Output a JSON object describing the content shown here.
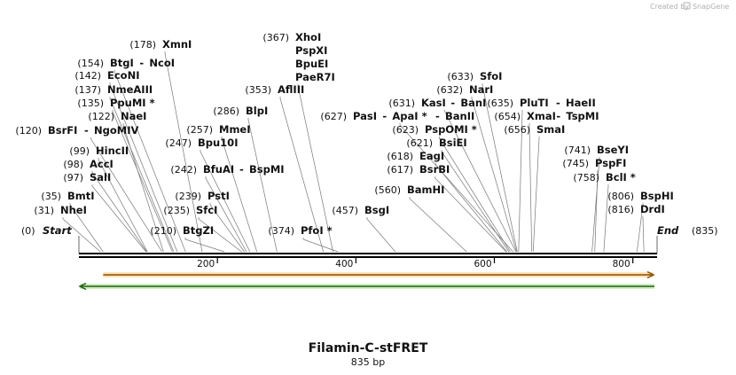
{
  "credit": {
    "created_by": "Created by",
    "brand": "SnapGene"
  },
  "map": {
    "title": "Filamin-C-stFRET",
    "length_label": "835 bp",
    "length": 835,
    "start_label": "Start",
    "end_label": "End",
    "start_pos": "(0)",
    "end_pos": "(835)",
    "ticks": [
      {
        "label": "200",
        "value": 200
      },
      {
        "label": "400",
        "value": 400
      },
      {
        "label": "600",
        "value": 600
      },
      {
        "label": "800",
        "value": 800
      }
    ],
    "features": [
      {
        "name": "forward-feature-arrow",
        "direction": "forward",
        "start": 35,
        "end": 835,
        "color": "#f0a030"
      },
      {
        "name": "reverse-feature-arrow",
        "direction": "reverse",
        "start": 0,
        "end": 835,
        "color": "#4fb82a"
      }
    ],
    "sites": [
      {
        "pos": 31,
        "pos_label": "(31)",
        "labels": [
          "NheI"
        ]
      },
      {
        "pos": 35,
        "pos_label": "(35)",
        "labels": [
          "BmtI"
        ]
      },
      {
        "pos": 97,
        "pos_label": "(97)",
        "labels": [
          "SalI"
        ]
      },
      {
        "pos": 98,
        "pos_label": "(98)",
        "labels": [
          "AccI"
        ]
      },
      {
        "pos": 99,
        "pos_label": "(99)",
        "labels": [
          "HincII"
        ]
      },
      {
        "pos": 120,
        "pos_label": "(120)",
        "labels": [
          "BsrFI",
          "NgoMIV"
        ]
      },
      {
        "pos": 122,
        "pos_label": "(122)",
        "labels": [
          "NaeI"
        ]
      },
      {
        "pos": 135,
        "pos_label": "(135)",
        "labels": [
          "PpuMI *"
        ]
      },
      {
        "pos": 137,
        "pos_label": "(137)",
        "labels": [
          "NmeAIII"
        ]
      },
      {
        "pos": 142,
        "pos_label": "(142)",
        "labels": [
          "EcoNI"
        ]
      },
      {
        "pos": 154,
        "pos_label": "(154)",
        "labels": [
          "BtgI",
          "NcoI"
        ]
      },
      {
        "pos": 178,
        "pos_label": "(178)",
        "labels": [
          "XmnI"
        ]
      },
      {
        "pos": 210,
        "pos_label": "(210)",
        "labels": [
          "BtgZI"
        ]
      },
      {
        "pos": 235,
        "pos_label": "(235)",
        "labels": [
          "SfcI"
        ]
      },
      {
        "pos": 239,
        "pos_label": "(239)",
        "labels": [
          "PstI"
        ]
      },
      {
        "pos": 242,
        "pos_label": "(242)",
        "labels": [
          "BfuAI",
          "BspMI"
        ]
      },
      {
        "pos": 247,
        "pos_label": "(247)",
        "labels": [
          "Bpu10I"
        ]
      },
      {
        "pos": 257,
        "pos_label": "(257)",
        "labels": [
          "MmeI"
        ]
      },
      {
        "pos": 286,
        "pos_label": "(286)",
        "labels": [
          "BlpI"
        ]
      },
      {
        "pos": 353,
        "pos_label": "(353)",
        "labels": [
          "AflIII"
        ]
      },
      {
        "pos": 367,
        "pos_label": "(367)",
        "labels": [
          "XhoI",
          "PspXI",
          "BpuEI",
          "PaeR7I"
        ]
      },
      {
        "pos": 374,
        "pos_label": "(374)",
        "labels": [
          "PfoI *"
        ]
      },
      {
        "pos": 457,
        "pos_label": "(457)",
        "labels": [
          "BsgI"
        ]
      },
      {
        "pos": 560,
        "pos_label": "(560)",
        "labels": [
          "BamHI"
        ]
      },
      {
        "pos": 617,
        "pos_label": "(617)",
        "labels": [
          "BsrBI"
        ]
      },
      {
        "pos": 618,
        "pos_label": "(618)",
        "labels": [
          "EagI"
        ]
      },
      {
        "pos": 621,
        "pos_label": "(621)",
        "labels": [
          "BsiEI"
        ]
      },
      {
        "pos": 623,
        "pos_label": "(623)",
        "labels": [
          "PspOMI *"
        ]
      },
      {
        "pos": 627,
        "pos_label": "(627)",
        "labels": [
          "PasI",
          "ApaI *",
          "BanII"
        ]
      },
      {
        "pos": 631,
        "pos_label": "(631)",
        "labels": [
          "KasI",
          "BanI"
        ]
      },
      {
        "pos": 632,
        "pos_label": "(632)",
        "labels": [
          "NarI"
        ]
      },
      {
        "pos": 633,
        "pos_label": "(633)",
        "labels": [
          "SfoI"
        ]
      },
      {
        "pos": 635,
        "pos_label": "(635)",
        "labels": [
          "PluTI",
          "HaeII"
        ]
      },
      {
        "pos": 654,
        "pos_label": "(654)",
        "labels": [
          "XmaI",
          "TspMI"
        ]
      },
      {
        "pos": 656,
        "pos_label": "(656)",
        "labels": [
          "SmaI"
        ]
      },
      {
        "pos": 741,
        "pos_label": "(741)",
        "labels": [
          "BseYI"
        ]
      },
      {
        "pos": 745,
        "pos_label": "(745)",
        "labels": [
          "PspFI"
        ]
      },
      {
        "pos": 758,
        "pos_label": "(758)",
        "labels": [
          "BclI *"
        ]
      },
      {
        "pos": 806,
        "pos_label": "(806)",
        "labels": [
          "BspHI"
        ]
      },
      {
        "pos": 816,
        "pos_label": "(816)",
        "labels": [
          "DrdI"
        ]
      }
    ]
  }
}
